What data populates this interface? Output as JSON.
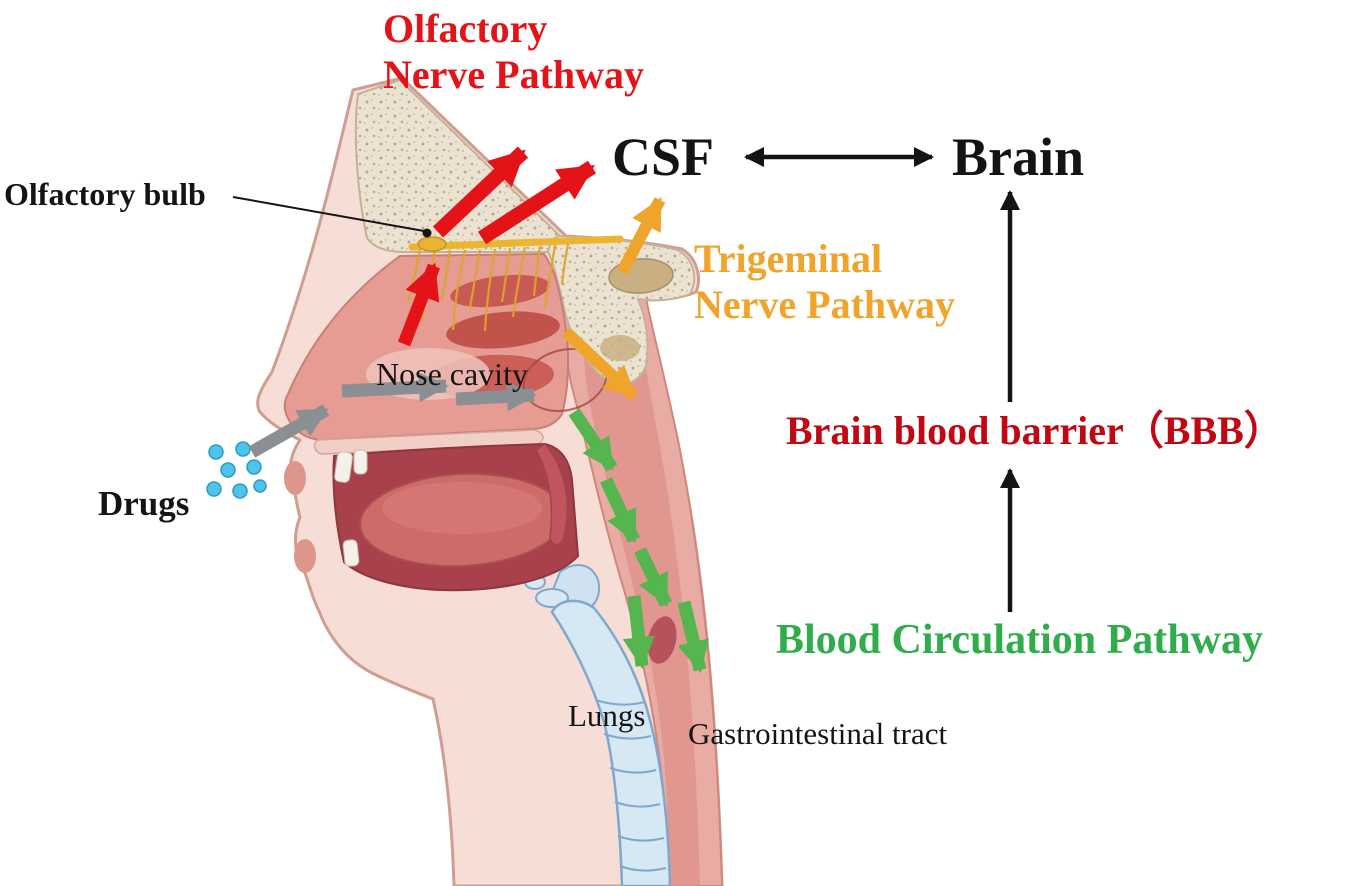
{
  "figure": {
    "labels": {
      "olfactory_pathway": "Olfactory\nNerve Pathway",
      "csf": "CSF",
      "brain": "Brain",
      "olfactory_bulb": "Olfactory bulb",
      "trigeminal_pathway": "Trigeminal\nNerve Pathway",
      "nose_cavity": "Nose cavity",
      "drugs": "Drugs",
      "brain_blood_barrier": "Brain blood barrier（BBB）",
      "blood_circulation": "Blood Circulation Pathway",
      "lungs": "Lungs",
      "gastrointestinal_tract": "Gastrointestinal tract"
    },
    "colors": {
      "olfactory_red": "#e41318",
      "trigeminal_orange": "#f0a42c",
      "bbb_red": "#c00712",
      "circulation_green": "#2fad4a",
      "inhalation_gray": "#8a8f94",
      "drug_particle_blue": "#4fc3e9",
      "text_black": "#141414"
    },
    "flows": [
      {
        "from": "Drugs",
        "to": "Nose cavity",
        "color": "gray"
      },
      {
        "from": "Nose cavity",
        "to": "CSF",
        "via": "Olfactory Nerve Pathway",
        "color": "red"
      },
      {
        "from": "Nose cavity",
        "to": "CSF",
        "via": "Trigeminal Nerve Pathway",
        "color": "orange"
      },
      {
        "from": "Nose cavity",
        "to": "Lungs / Gastrointestinal tract",
        "via": "Blood Circulation Pathway",
        "color": "green"
      },
      {
        "from": "CSF",
        "to": "Brain",
        "style": "bidirectional",
        "color": "black"
      },
      {
        "from": "Blood Circulation Pathway",
        "to": "Brain blood barrier（BBB）",
        "color": "black"
      },
      {
        "from": "Brain blood barrier（BBB）",
        "to": "Brain",
        "color": "black"
      }
    ]
  }
}
